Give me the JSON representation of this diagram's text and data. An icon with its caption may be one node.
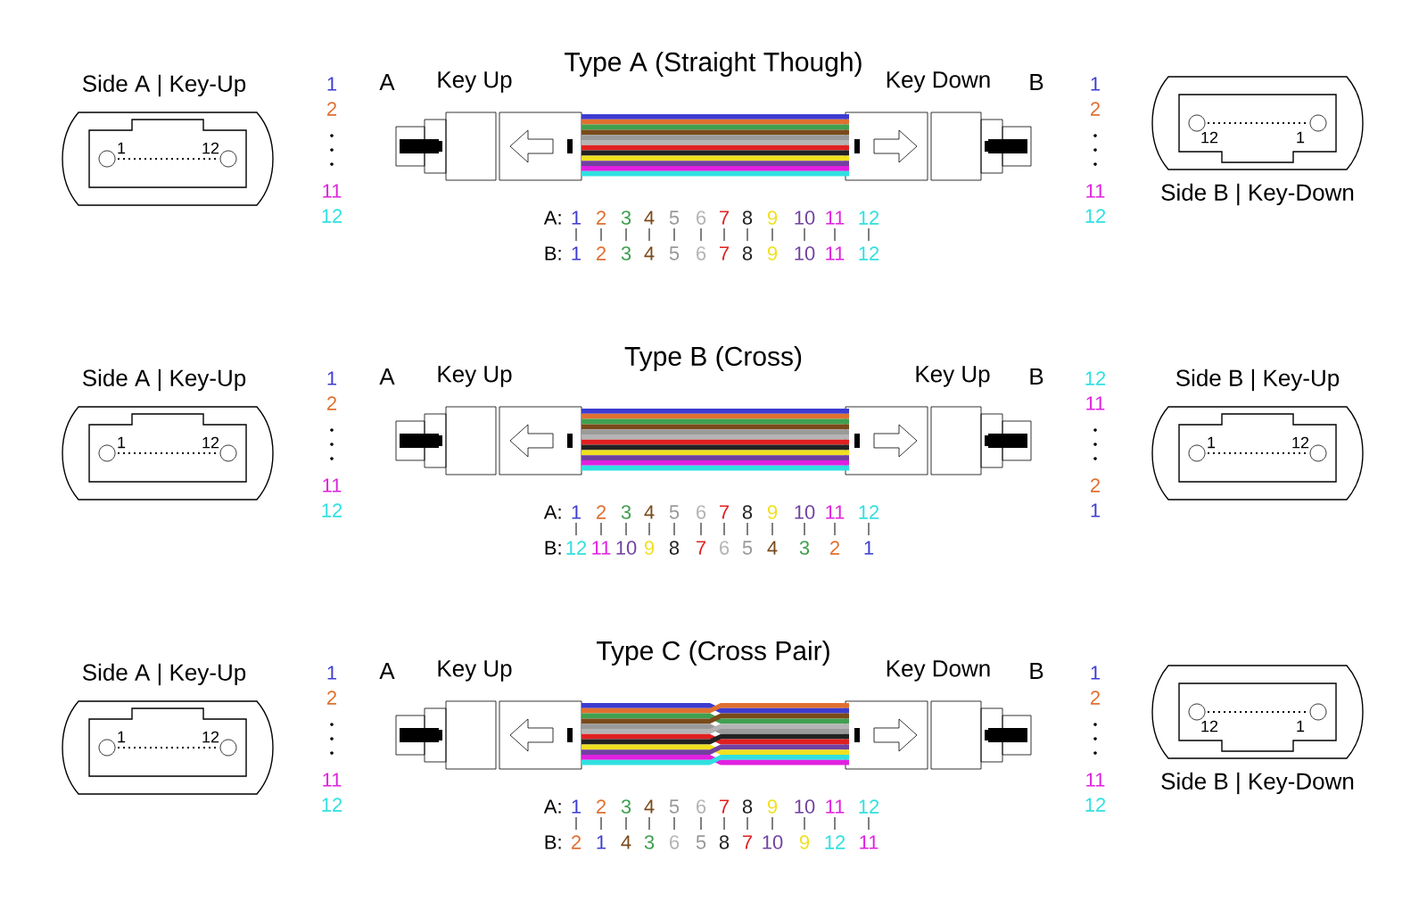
{
  "diagram": {
    "nodes": [
      {
        "text": [
          "Side A | Key-Up",
          "1",
          "12"
        ]
      },
      {
        "text": [
          "Key Up"
        ],
        "beside": [
          "A"
        ]
      },
      {
        "text": [
          "Key Down"
        ],
        "beside": [
          "B"
        ]
      },
      {
        "text": [
          "12",
          "1",
          "Side B | Key-Down"
        ]
      },
      {
        "text": [
          "Side A | Key-Up",
          "1",
          "12"
        ]
      },
      {
        "text": [
          "Key Up"
        ],
        "beside": [
          "A"
        ]
      },
      {
        "text": [
          "Key Up"
        ],
        "beside": [
          "B"
        ]
      },
      {
        "text": [
          "Side B | Key-Up",
          "1",
          "12"
        ]
      },
      {
        "text": [
          "Side A | Key-Up",
          "1",
          "12"
        ]
      },
      {
        "text": [
          "Key Up"
        ],
        "beside": [
          "A"
        ]
      },
      {
        "text": [
          "Key Down"
        ],
        "beside": [
          "B"
        ]
      },
      {
        "text": [
          "12",
          "1",
          "Side B | Key-Down"
        ]
      }
    ],
    "labels": [
      "Type A (Straight Though)",
      "1",
      "1",
      "2",
      "2",
      "11",
      "11",
      "12",
      "A:",
      "1",
      "2",
      "3",
      "4",
      "5",
      "6",
      "7",
      "8",
      "9",
      "10",
      "11",
      "12",
      "12",
      "B:",
      "1",
      "2",
      "3",
      "4",
      "5",
      "6",
      "7",
      "8",
      "9",
      "10",
      "11",
      "12",
      "Type B (Cross)",
      "1",
      "12",
      "2",
      "11",
      "11",
      "2",
      "12",
      "A:",
      "1",
      "2",
      "3",
      "4",
      "5",
      "6",
      "7",
      "8",
      "9",
      "10",
      "11",
      "12",
      "1",
      "B:",
      "12",
      "11",
      "10",
      "9",
      "8",
      "7",
      "6",
      "5",
      "4",
      "3",
      "2",
      "1",
      "Type C (Cross Pair)",
      "1",
      "1",
      "2",
      "2",
      "11",
      "11",
      "12",
      "A:",
      "1",
      "2",
      "3",
      "4",
      "5",
      "6",
      "7",
      "8",
      "9",
      "10",
      "11",
      "12",
      "12",
      "B:",
      "2",
      "1",
      "4",
      "3",
      "6",
      "5",
      "8",
      "7",
      "10",
      "9",
      "12",
      "11"
    ]
  }
}
